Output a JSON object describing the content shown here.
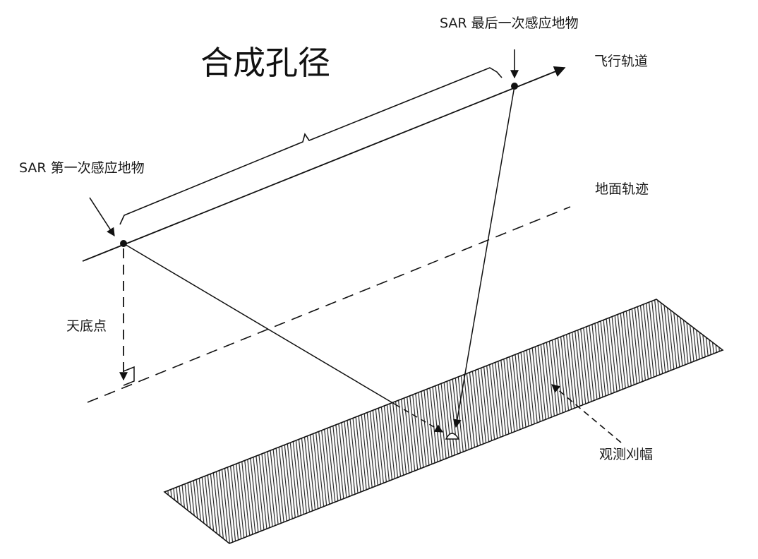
{
  "diagram": {
    "title": "合成孔径",
    "labels": {
      "sar_last": "SAR 最后一次感应地物",
      "sar_first": "SAR 第一次感应地物",
      "flight_path": "飞行轨道",
      "ground_track": "地面轨迹",
      "nadir": "天底点",
      "swath": "观测刈幅"
    },
    "colors": {
      "ink": "#1a1a1a",
      "background": "#ffffff"
    }
  }
}
